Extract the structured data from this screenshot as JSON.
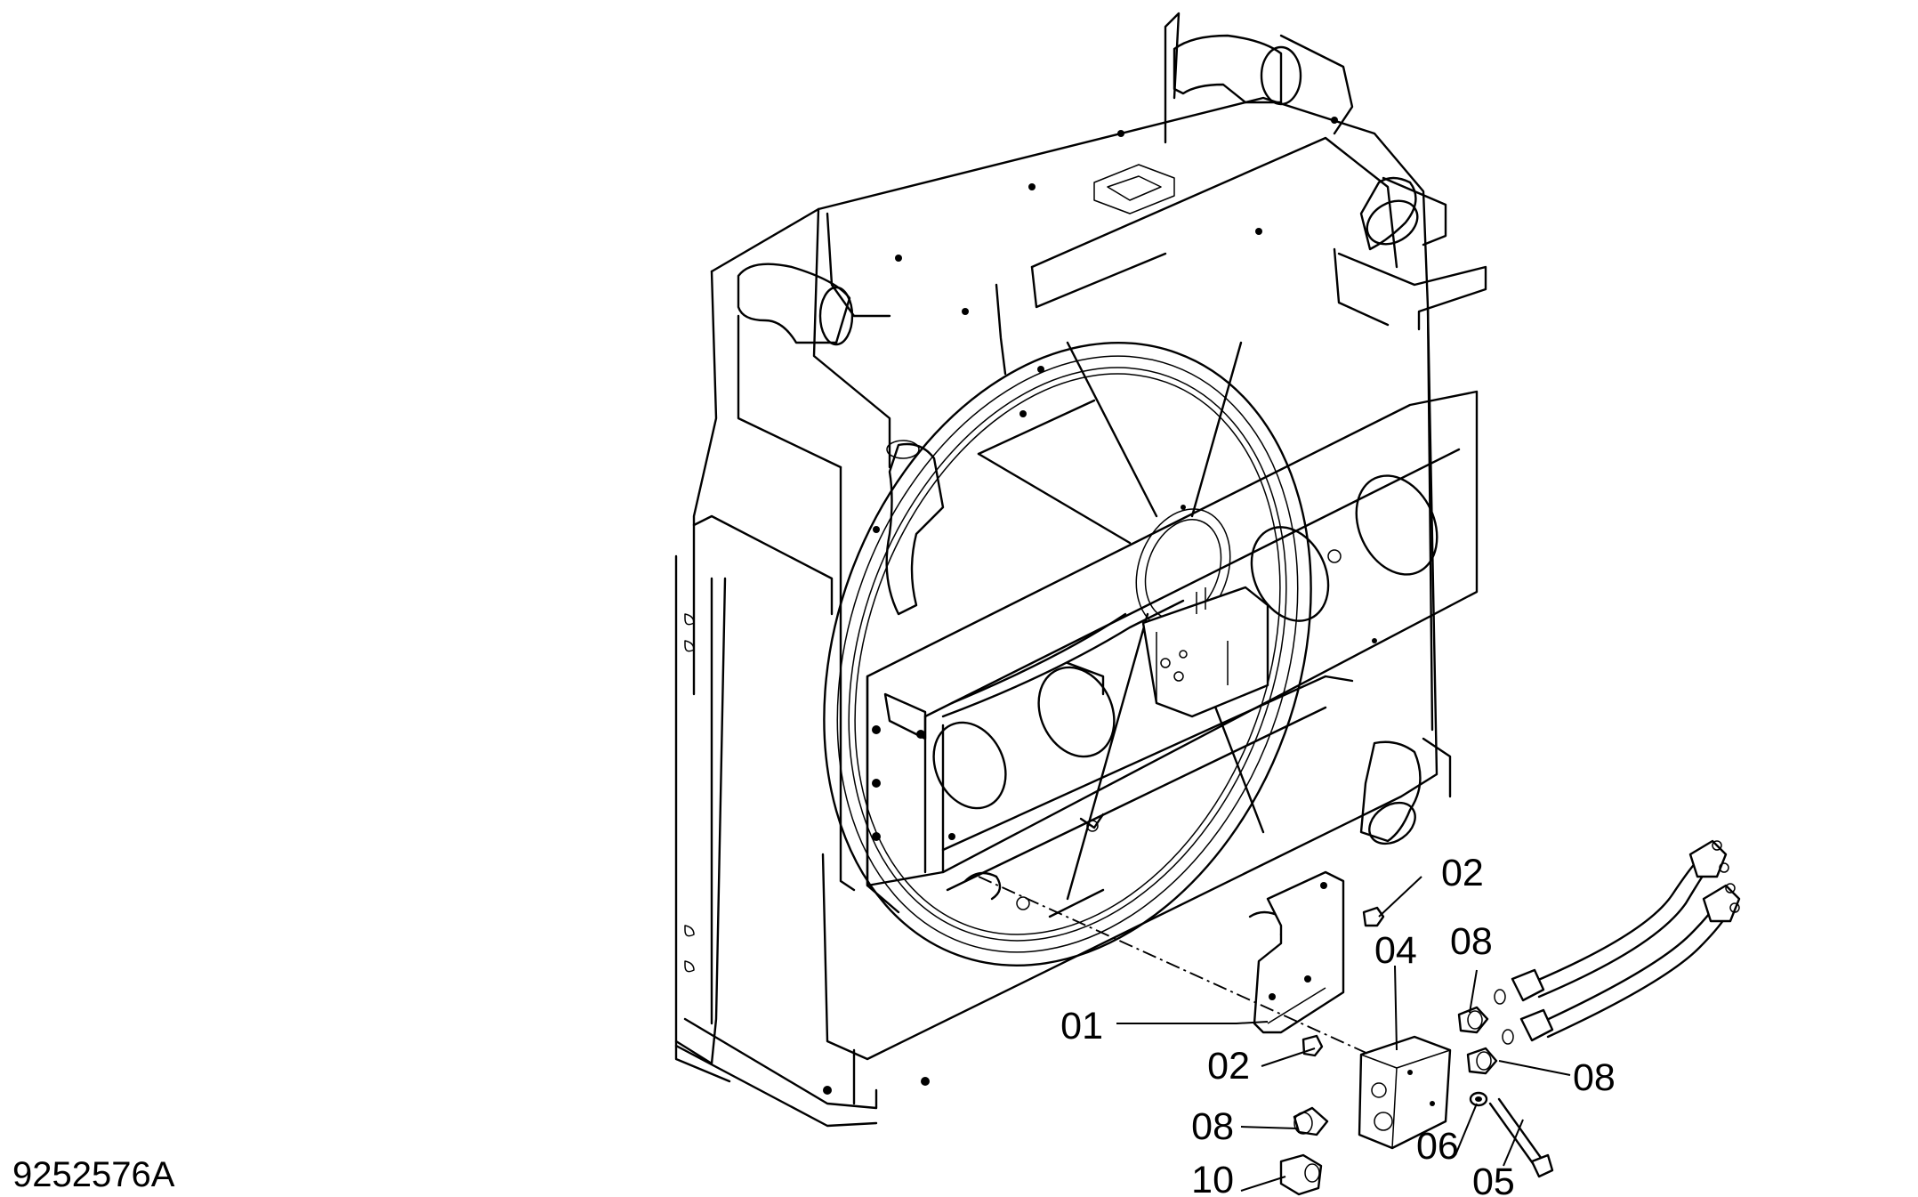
{
  "figure": {
    "id_label": "9252576A"
  },
  "callouts": [
    {
      "key": "c01",
      "text": "01"
    },
    {
      "key": "c02a",
      "text": "02"
    },
    {
      "key": "c02b",
      "text": "02"
    },
    {
      "key": "c04",
      "text": "04"
    },
    {
      "key": "c05",
      "text": "05"
    },
    {
      "key": "c06",
      "text": "06"
    },
    {
      "key": "c08a",
      "text": "08"
    },
    {
      "key": "c08b",
      "text": "08"
    },
    {
      "key": "c08c",
      "text": "08"
    },
    {
      "key": "c10",
      "text": "10"
    }
  ]
}
